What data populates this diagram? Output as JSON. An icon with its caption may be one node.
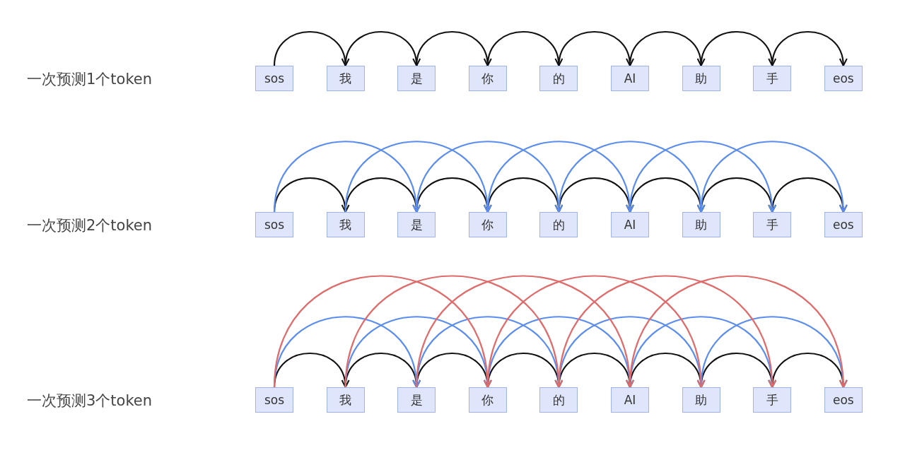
{
  "diagram": {
    "nodes": [
      {
        "text": [
          "sos"
        ]
      },
      {
        "text": [
          "我"
        ]
      },
      {
        "text": [
          "是"
        ]
      },
      {
        "text": [
          "你"
        ]
      },
      {
        "text": [
          "的"
        ]
      },
      {
        "text": [
          "AI"
        ]
      },
      {
        "text": [
          "助"
        ]
      },
      {
        "text": [
          "手"
        ]
      },
      {
        "text": [
          "eos"
        ]
      },
      {
        "text": [
          "sos"
        ]
      },
      {
        "text": [
          "我"
        ]
      },
      {
        "text": [
          "是"
        ]
      },
      {
        "text": [
          "你"
        ]
      },
      {
        "text": [
          "的"
        ]
      },
      {
        "text": [
          "AI"
        ]
      },
      {
        "text": [
          "助"
        ]
      },
      {
        "text": [
          "手"
        ]
      },
      {
        "text": [
          "eos"
        ]
      },
      {
        "text": [
          "sos"
        ]
      },
      {
        "text": [
          "我"
        ]
      },
      {
        "text": [
          "是"
        ]
      },
      {
        "text": [
          "你"
        ]
      },
      {
        "text": [
          "的"
        ]
      },
      {
        "text": [
          "AI"
        ]
      },
      {
        "text": [
          "助"
        ]
      },
      {
        "text": [
          "手"
        ]
      },
      {
        "text": [
          "eos"
        ]
      }
    ],
    "edges": [
      {
        "from": 0,
        "to": 1,
        "arrow": "to"
      },
      {
        "from": 1,
        "to": 2,
        "arrow": "to"
      },
      {
        "from": 2,
        "to": 3,
        "arrow": "to"
      },
      {
        "from": 3,
        "to": 4,
        "arrow": "to"
      },
      {
        "from": 4,
        "to": 5,
        "arrow": "to"
      },
      {
        "from": 5,
        "to": 6,
        "arrow": "to"
      },
      {
        "from": 6,
        "to": 7,
        "arrow": "to"
      },
      {
        "from": 7,
        "to": 8,
        "arrow": "to"
      },
      {
        "from": 9,
        "to": 10,
        "arrow": "to"
      },
      {
        "from": 10,
        "to": 11,
        "arrow": "to"
      },
      {
        "from": 11,
        "to": 12,
        "arrow": "to"
      },
      {
        "from": 12,
        "to": 13,
        "arrow": "to"
      },
      {
        "from": 13,
        "to": 14,
        "arrow": "to"
      },
      {
        "from": 14,
        "to": 15,
        "arrow": "to"
      },
      {
        "from": 15,
        "to": 16,
        "arrow": "to"
      },
      {
        "from": 16,
        "to": 17,
        "arrow": "to"
      },
      {
        "from": 9,
        "to": 11,
        "arrow": "to",
        "color": "#5b8def"
      },
      {
        "from": 10,
        "to": 12,
        "arrow": "to",
        "color": "#5b8def"
      },
      {
        "from": 11,
        "to": 13,
        "arrow": "to",
        "color": "#5b8def"
      },
      {
        "from": 12,
        "to": 14,
        "arrow": "to",
        "color": "#5b8def"
      },
      {
        "from": 13,
        "to": 15,
        "arrow": "to",
        "color": "#5b8def"
      },
      {
        "from": 14,
        "to": 16,
        "arrow": "to",
        "color": "#5b8def"
      },
      {
        "from": 15,
        "to": 17,
        "arrow": "to",
        "color": "#5b8def"
      },
      {
        "from": 18,
        "to": 19,
        "arrow": "to"
      },
      {
        "from": 19,
        "to": 20,
        "arrow": "to"
      },
      {
        "from": 20,
        "to": 21,
        "arrow": "to"
      },
      {
        "from": 21,
        "to": 22,
        "arrow": "to"
      },
      {
        "from": 22,
        "to": 23,
        "arrow": "to"
      },
      {
        "from": 23,
        "to": 24,
        "arrow": "to"
      },
      {
        "from": 24,
        "to": 25,
        "arrow": "to"
      },
      {
        "from": 25,
        "to": 26,
        "arrow": "to"
      },
      {
        "from": 18,
        "to": 20,
        "arrow": "to",
        "color": "#5b8def"
      },
      {
        "from": 19,
        "to": 21,
        "arrow": "to",
        "color": "#5b8def"
      },
      {
        "from": 20,
        "to": 22,
        "arrow": "to",
        "color": "#5b8def"
      },
      {
        "from": 21,
        "to": 23,
        "arrow": "to",
        "color": "#5b8def"
      },
      {
        "from": 22,
        "to": 24,
        "arrow": "to",
        "color": "#5b8def"
      },
      {
        "from": 23,
        "to": 25,
        "arrow": "to",
        "color": "#5b8def"
      },
      {
        "from": 24,
        "to": 26,
        "arrow": "to",
        "color": "#5b8def"
      },
      {
        "from": 18,
        "to": 21,
        "arrow": "to",
        "color": "#e06b6b"
      },
      {
        "from": 19,
        "to": 22,
        "arrow": "to",
        "color": "#e06b6b"
      },
      {
        "from": 20,
        "to": 23,
        "arrow": "to",
        "color": "#e06b6b"
      },
      {
        "from": 21,
        "to": 24,
        "arrow": "to",
        "color": "#e06b6b"
      },
      {
        "from": 22,
        "to": 25,
        "arrow": "to",
        "color": "#e06b6b"
      },
      {
        "from": 23,
        "to": 26,
        "arrow": "to",
        "color": "#e06b6b"
      }
    ],
    "labels": [
      "一次预测1个token",
      "一次预测2个token",
      "一次预测3个token"
    ]
  }
}
